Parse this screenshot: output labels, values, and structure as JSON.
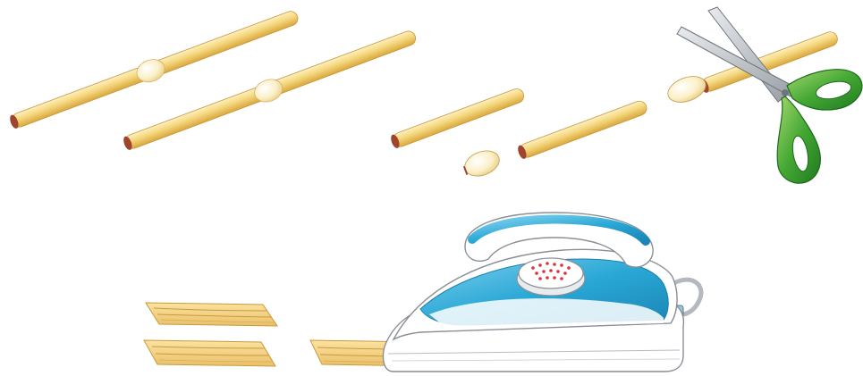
{
  "scene": {
    "description_items": [
      "straw-with-node",
      "straw-with-node",
      "cut-straw-pieces",
      "straw-being-cut",
      "scissors",
      "flattened-straw-strips",
      "iron"
    ]
  },
  "colors": {
    "straw_light": "#fbe9a6",
    "straw_mid": "#f1cf6d",
    "straw_dark": "#d9a83f",
    "straw_end": "#a0452d",
    "node": "#fbf1c9",
    "scissor_blade": "#b9bec4",
    "scissor_handle": "#3a9a2c",
    "scissor_handle_light": "#9fd36a",
    "iron_blue": "#2aa8d6",
    "iron_white": "#ffffff",
    "iron_outline": "#8a8f96",
    "steam_dot": "#e0303a",
    "cord": "#b4b9bf",
    "strip": "#f3d27f",
    "strip_line": "#c99a3d"
  }
}
